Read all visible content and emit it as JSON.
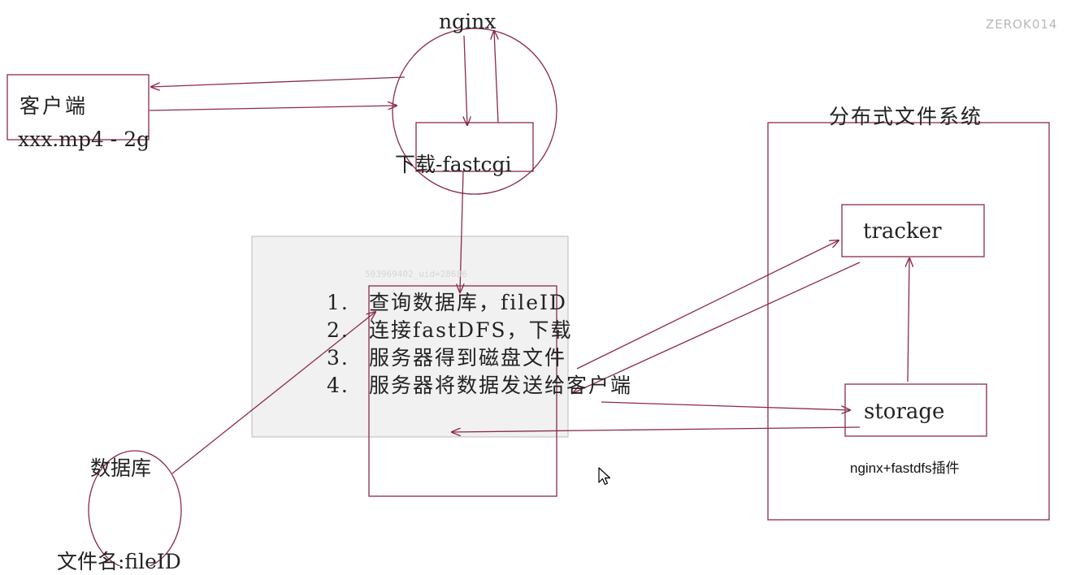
{
  "watermark": "ZEROK014",
  "overlay_watermark": "503969402_uid=28686",
  "nginx": {
    "label": "nginx",
    "module_label": "下载-fastcgi"
  },
  "client": {
    "label": "客户端",
    "file": "xxx.mp4 - 2g"
  },
  "steps": [
    {
      "num": "1.",
      "text": "查询数据库，fileID"
    },
    {
      "num": "2.",
      "text": "连接fastDFS，下载"
    },
    {
      "num": "3.",
      "text": "服务器得到磁盘文件"
    },
    {
      "num": "4.",
      "text": "服务器将数据发送给客户端"
    }
  ],
  "database": {
    "label": "数据库",
    "content": "文件名:fileID"
  },
  "dfs": {
    "title": "分布式文件系统",
    "tracker": "tracker",
    "storage": "storage",
    "storage_note": "nginx+fastdfs插件"
  },
  "colors": {
    "stroke": "#8b2a4e",
    "overlay": "#eeeeee",
    "text": "#333333"
  }
}
